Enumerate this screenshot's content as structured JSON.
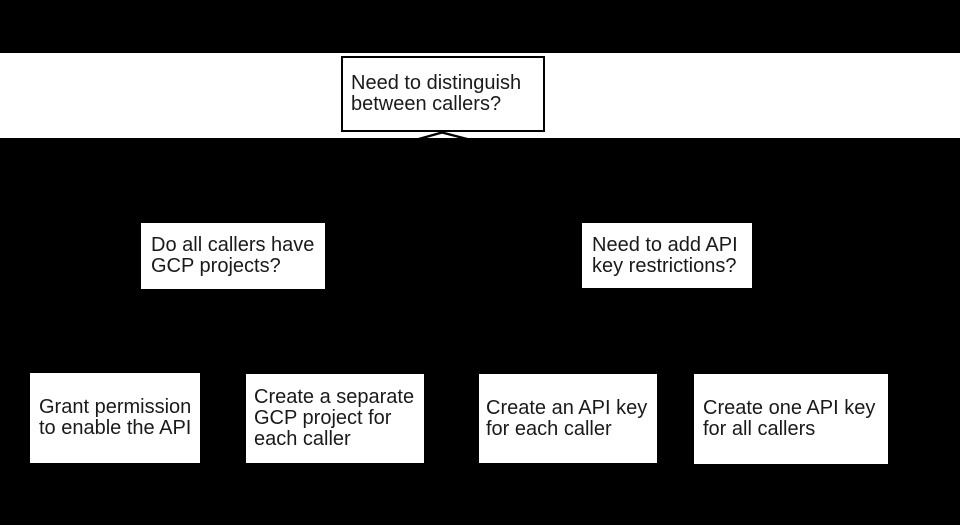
{
  "diagram": {
    "type": "flowchart-decision-tree",
    "colors": {
      "background": "#000000",
      "band": "#ffffff",
      "node_fill": "#ffffff",
      "node_border": "#000000",
      "text": "#1a1a1a",
      "connector": "#000000"
    },
    "root": {
      "text": "Need to distinguish\nbetween callers?"
    },
    "branches": [
      {
        "text": "Do all callers have\nGCP projects?"
      },
      {
        "text": "Need to add API\nkey restrictions?"
      }
    ],
    "leaves": [
      {
        "text": "Grant permission\nto enable the API"
      },
      {
        "text": "Create a separate\nGCP project for\neach caller"
      },
      {
        "text": "Create an API key\nfor each caller"
      },
      {
        "text": "Create one API key\nfor all callers"
      }
    ]
  }
}
